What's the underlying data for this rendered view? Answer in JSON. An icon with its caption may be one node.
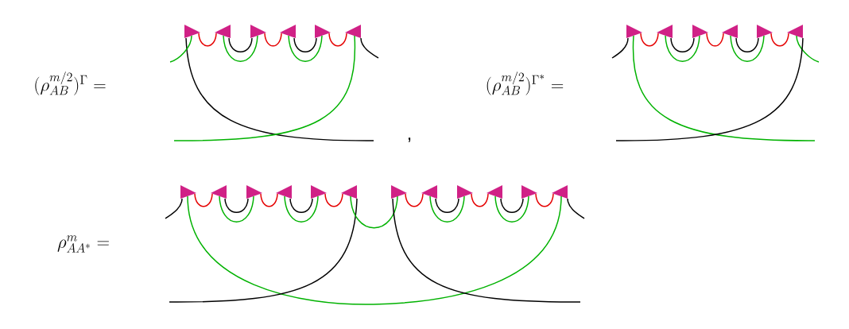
{
  "diagram": {
    "labels": [
      "(\\rho_{AB}^{m/2})^{\\Gamma} =",
      ",",
      "(\\rho_{AB}^{m/2})^{\\Gamma^*} =",
      "\\rho_{AA^*}^{m} ="
    ]
  }
}
